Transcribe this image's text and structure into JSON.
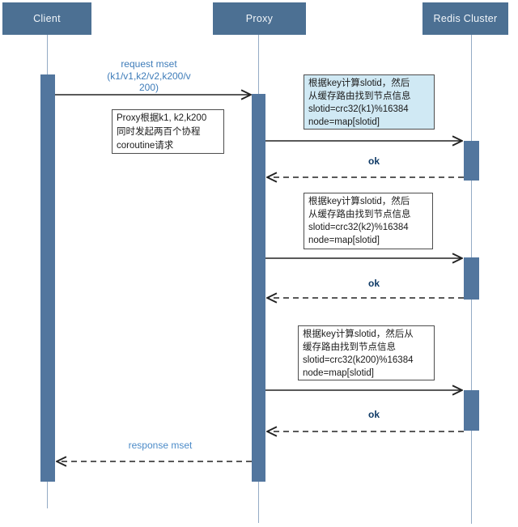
{
  "actors": [
    {
      "name": "Client"
    },
    {
      "name": "Proxy"
    },
    {
      "name": "Redis Cluster"
    }
  ],
  "labels": {
    "request_line1": "request mset",
    "request_line2": "(k1/v1,k2/v2,k200/v",
    "request_line3": "200)",
    "ok1": "ok",
    "ok2": "ok",
    "ok3": "ok",
    "response": "response mset"
  },
  "notes": {
    "proxy_note": [
      "Proxy根据k1, k2,k200",
      "同时发起两百个协程",
      "coroutine请求"
    ],
    "slot_note1": [
      "根据key计算slotid，然后",
      "从缓存路由找到节点信息",
      "slotid=crc32(k1)%16384",
      "node=map[slotid]"
    ],
    "slot_note2": [
      "根据key计算slotid，然后",
      "从缓存路由找到节点信息",
      "slotid=crc32(k2)%16384",
      "node=map[slotid]"
    ],
    "slot_note3": [
      "根据key计算slotid，然后从",
      "缓存路由找到节点信息",
      "slotid=crc32(k200)%16384",
      "node=map[slotid]"
    ]
  },
  "colors": {
    "actor_fill": "#4c7093",
    "activation_fill": "#52769e",
    "lifeline": "#94abc5",
    "note_fill": "#ffffff",
    "note_highlight_fill": "#d0e9f4",
    "note_border": "#4d4d4d",
    "arrow": "#222222",
    "request_label": "#3e7cb9",
    "response_label": "#4c8bc8",
    "ok_label": "#0e3a66"
  }
}
